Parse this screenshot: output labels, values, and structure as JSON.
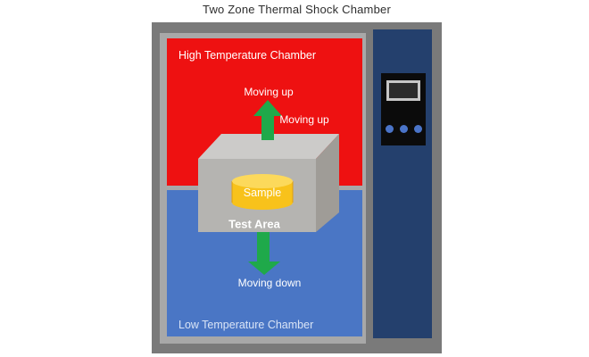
{
  "title": "Two Zone Thermal Shock Chamber",
  "chambers": {
    "high_label": "High Temperature Chamber",
    "low_label": "Low Temperature Chamber"
  },
  "test_box": {
    "area_label": "Test Area",
    "sample_label": "Sample"
  },
  "motion": {
    "up_label_1": "Moving up",
    "up_label_2": "Moving up",
    "down_label": "Moving down"
  },
  "control_panel": {
    "button_count": 3
  },
  "colors": {
    "hot_zone_red": "#ee1111",
    "cold_zone_blue": "#4a76c5",
    "frame_gray": "#7a7a7a",
    "housing_gray": "#a8a8a8",
    "panel_navy": "#24406d",
    "panel_black": "#0b0b0b",
    "screen_border": "#c6c6c6",
    "screen_face": "#2b2b2b",
    "panel_button_blue": "#4a74c8",
    "arrow_green": "#1fa94a",
    "box_front": "#b5b4b1",
    "box_top": "#cccbc9",
    "box_side": "#9f9c97",
    "cylinder_body": "#f8c21b",
    "cylinder_top": "#fcd95b",
    "cylinder_outline": "#dd9f12"
  }
}
